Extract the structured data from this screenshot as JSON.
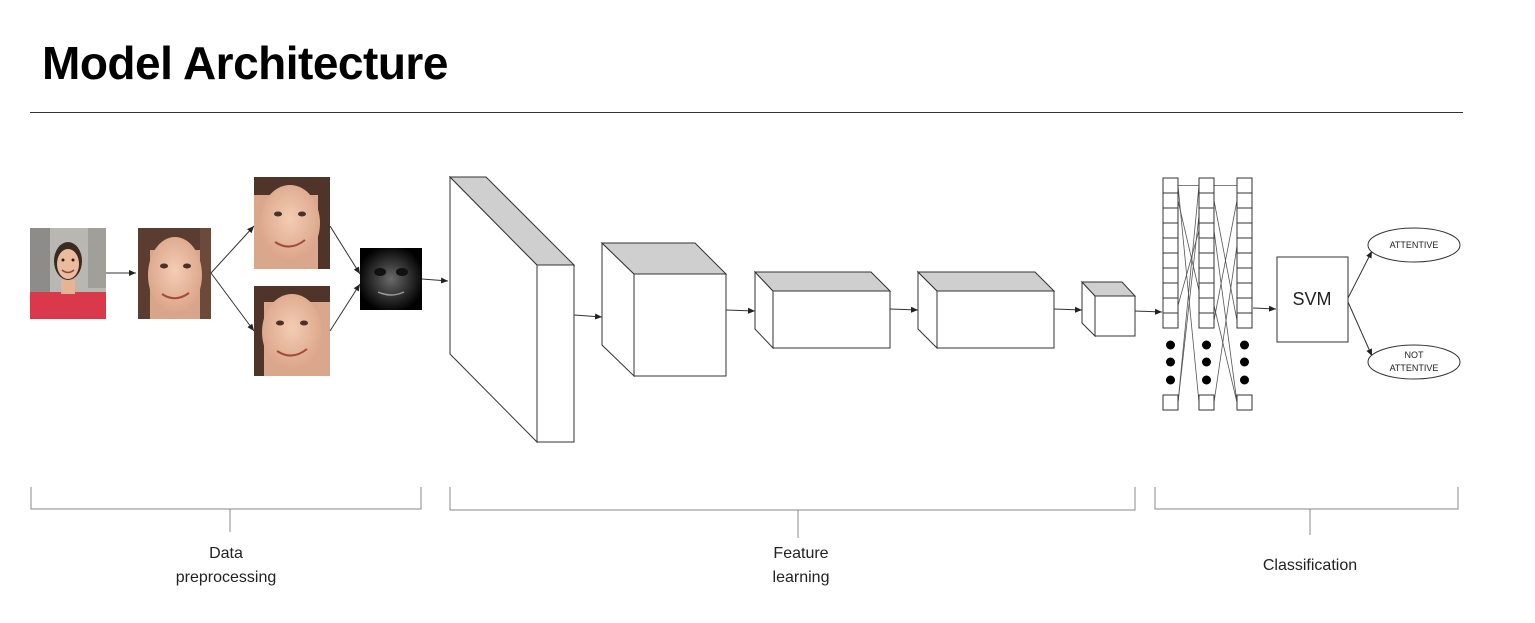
{
  "title": "Model Architecture",
  "classifier": {
    "label": "SVM"
  },
  "outputs": [
    {
      "lines": [
        "ATTENTIVE"
      ]
    },
    {
      "lines": [
        "NOT",
        "ATTENTIVE"
      ]
    }
  ],
  "sections": [
    {
      "lines": [
        "Data",
        "preprocessing"
      ]
    },
    {
      "lines": [
        "Feature",
        "learning"
      ]
    },
    {
      "lines": [
        "Classification"
      ]
    }
  ],
  "colors": {
    "box_top_face": "#cfcfcf",
    "line": "#333333",
    "skin": "#e9b99c",
    "shirt": "#d9394a"
  },
  "icons": [
    "face-photo-icon",
    "face-crop-icon",
    "face-augmented-icon",
    "face-feature-map-icon"
  ]
}
